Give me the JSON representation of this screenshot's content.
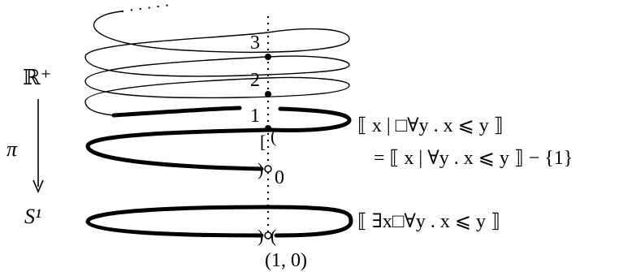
{
  "labels": {
    "total_space": "ℝ⁺",
    "projection": "π",
    "base_space": "S¹"
  },
  "points": {
    "level_3": "3",
    "level_2": "2",
    "level_1": "1",
    "level_0": "0",
    "base_point": "(1, 0)"
  },
  "formulas": {
    "upper": "⟦ x | □∀y . x ⩽ y ⟧",
    "upper_eq": "= ⟦ x | ∀y . x ⩽ y ⟧ − {1}",
    "lower": "⟦ ∃x□∀y . x ⩽ y ⟧"
  },
  "colors": {
    "ink": "#000000",
    "background": "#ffffff"
  }
}
